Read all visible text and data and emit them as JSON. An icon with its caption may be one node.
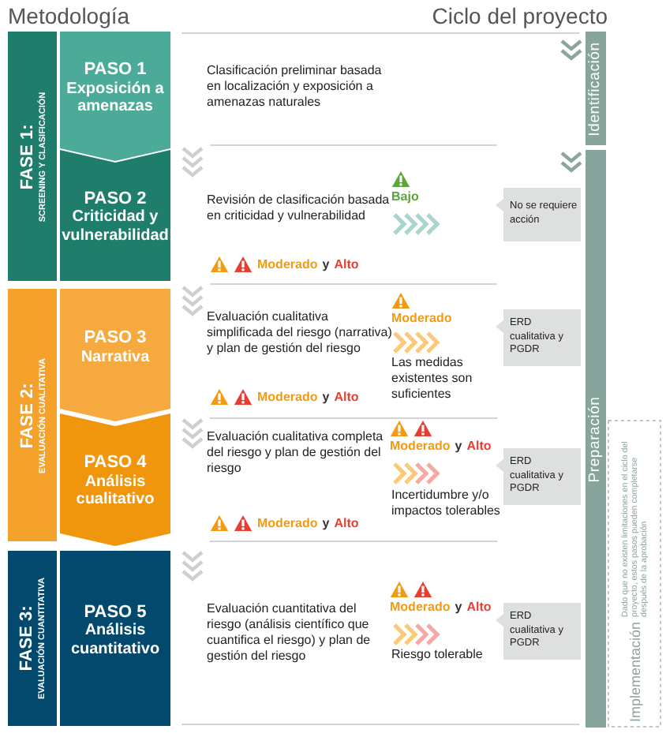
{
  "diagram": {
    "nodes": [
      {
        "text": [
          "FASE 1:",
          "SCREENING Y CLASIFICACIÓN"
        ]
      },
      {
        "text": [
          "PASO 1",
          "Exposición a amenazas"
        ]
      },
      {
        "text": [
          "PASO 2",
          "Criticidad y vulnerabilidad"
        ]
      },
      {
        "text": [
          "FASE 2:",
          "EVALUACIÓN CUALITATIVA"
        ]
      },
      {
        "text": [
          "PASO 3",
          "Narrativa"
        ]
      },
      {
        "text": [
          "PASO 4",
          "Análisis cualitativo"
        ]
      },
      {
        "text": [
          "FASE 3:",
          "EVALUACIÓN CUANTITATIVA"
        ]
      },
      {
        "text": [
          "PASO 5",
          "Análisis cuantitativo"
        ]
      },
      {
        "text": [
          "No se requiere acción"
        ]
      },
      {
        "text": [
          "ERD cualitativa y PGDR"
        ]
      },
      {
        "text": [
          "ERD cualitativa y PGDR"
        ]
      },
      {
        "text": [
          "ERD cualitativa y PGDR"
        ]
      },
      {
        "text": [
          "Identificación"
        ]
      },
      {
        "text": [
          "Preparación"
        ]
      },
      {
        "text": [
          "Implementación",
          "Dado que no existen limitaciones en el ciclo del proyecto, estos pasos pueden completarse después de la aprobación"
        ]
      }
    ],
    "labels": [
      "Metodología",
      "Ciclo del proyecto",
      "Clasificación preliminar basada en localización y exposición a amenazas naturales",
      "Revisión de clasificación basada en criticidad y vulnerabilidad",
      "Bajo",
      "Moderado",
      "y",
      "Alto",
      "Evaluación cualitativa simplificada del riesgo (narrativa) y plan de gestión del riesgo",
      "Moderado",
      "Las medidas existentes son suficientes",
      "Moderado",
      "y",
      "Alto",
      "Evaluación cualitativa completa del riesgo y plan de gestión del riesgo",
      "Moderado",
      "y",
      "Alto",
      "Incertidumbre y/o impactos tolerables",
      "Moderado",
      "y",
      "Alto",
      "Evaluación cuantitativa del riesgo (análisis científico que cuantifica el riesgo) y plan de gestión del riesgo",
      "Moderado",
      "y",
      "Alto",
      "Riesgo tolerable"
    ]
  }
}
